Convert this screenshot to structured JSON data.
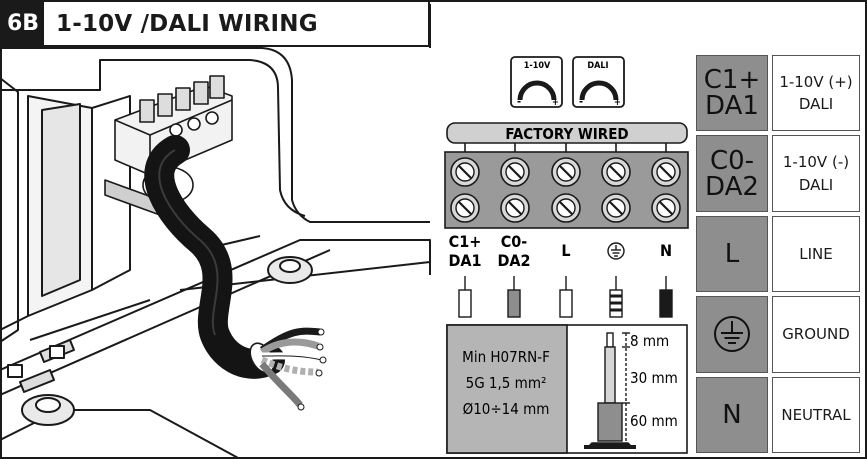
{
  "header": {
    "step": "6B",
    "title": "1-10V /DALI WIRING"
  },
  "dimmers": [
    {
      "label": "1-10V",
      "minus": "-",
      "plus": "+"
    },
    {
      "label": "DALI",
      "minus": "-",
      "plus": "+"
    }
  ],
  "terminal_block": {
    "banner": "FACTORY WIRED",
    "terminals": [
      {
        "line1": "C1+",
        "line2": "DA1"
      },
      {
        "line1": "C0-",
        "line2": "DA2"
      },
      {
        "line1": "L",
        "line2": ""
      },
      {
        "line1": "",
        "line2": "",
        "icon": "ground-symbol"
      },
      {
        "line1": "N",
        "line2": ""
      }
    ]
  },
  "cable_spec": {
    "lines": [
      "Min H07RN-F",
      "5G 1,5 mm²",
      "Ø10÷14 mm"
    ],
    "strip_lengths": [
      "8 mm",
      "30 mm",
      "60 mm"
    ]
  },
  "legend": [
    {
      "code": [
        "C1+",
        "DA1"
      ],
      "description": [
        "1-10V (+)",
        "DALI"
      ]
    },
    {
      "code": [
        "C0-",
        "DA2"
      ],
      "description": [
        "1-10V (-)",
        "DALI"
      ]
    },
    {
      "code": [
        "L"
      ],
      "description": [
        "LINE"
      ]
    },
    {
      "code": [],
      "icon": "ground-symbol",
      "description": [
        "GROUND"
      ]
    },
    {
      "code": [
        "N"
      ],
      "description": [
        "NEUTRAL"
      ]
    }
  ],
  "colors": {
    "panel_gray": "#8e8e8e",
    "light_gray": "#d0d0d0",
    "line": "#1a1a1a"
  }
}
